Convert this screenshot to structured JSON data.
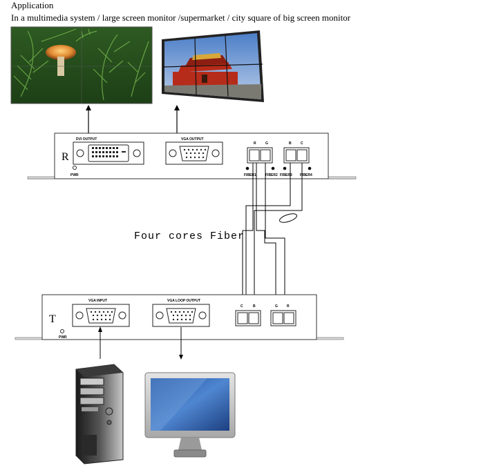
{
  "header": {
    "title": "Application",
    "subtitle": "In a multimedia system / large screen monitor /supermarket / city square of big screen monitor"
  },
  "receiver": {
    "letter": "R",
    "dvi_label": "DVI    OUTPUT",
    "vga_label": "VGA    OUTPUT",
    "pwr_label": "PWR",
    "port_labels": [
      "R",
      "G",
      "B",
      "C"
    ],
    "fiber_labels": [
      "FIBER1",
      "FIBER2",
      "FIBER3",
      "FIBER4"
    ]
  },
  "fiber": {
    "label": "Four cores Fiber"
  },
  "transmitter": {
    "letter": "T",
    "vga_input_label": "VGA    INPUT",
    "vga_loop_label": "VGA LOOP OUTPUT",
    "pwr_label": "PWR",
    "port_labels": [
      "C",
      "B",
      "G",
      "R"
    ]
  },
  "colors": {
    "sky_red": "#c0341e",
    "monitor_blue": "#2b5fa8",
    "forest_green": "#3f7d2c",
    "mushroom": "#e08a32"
  }
}
